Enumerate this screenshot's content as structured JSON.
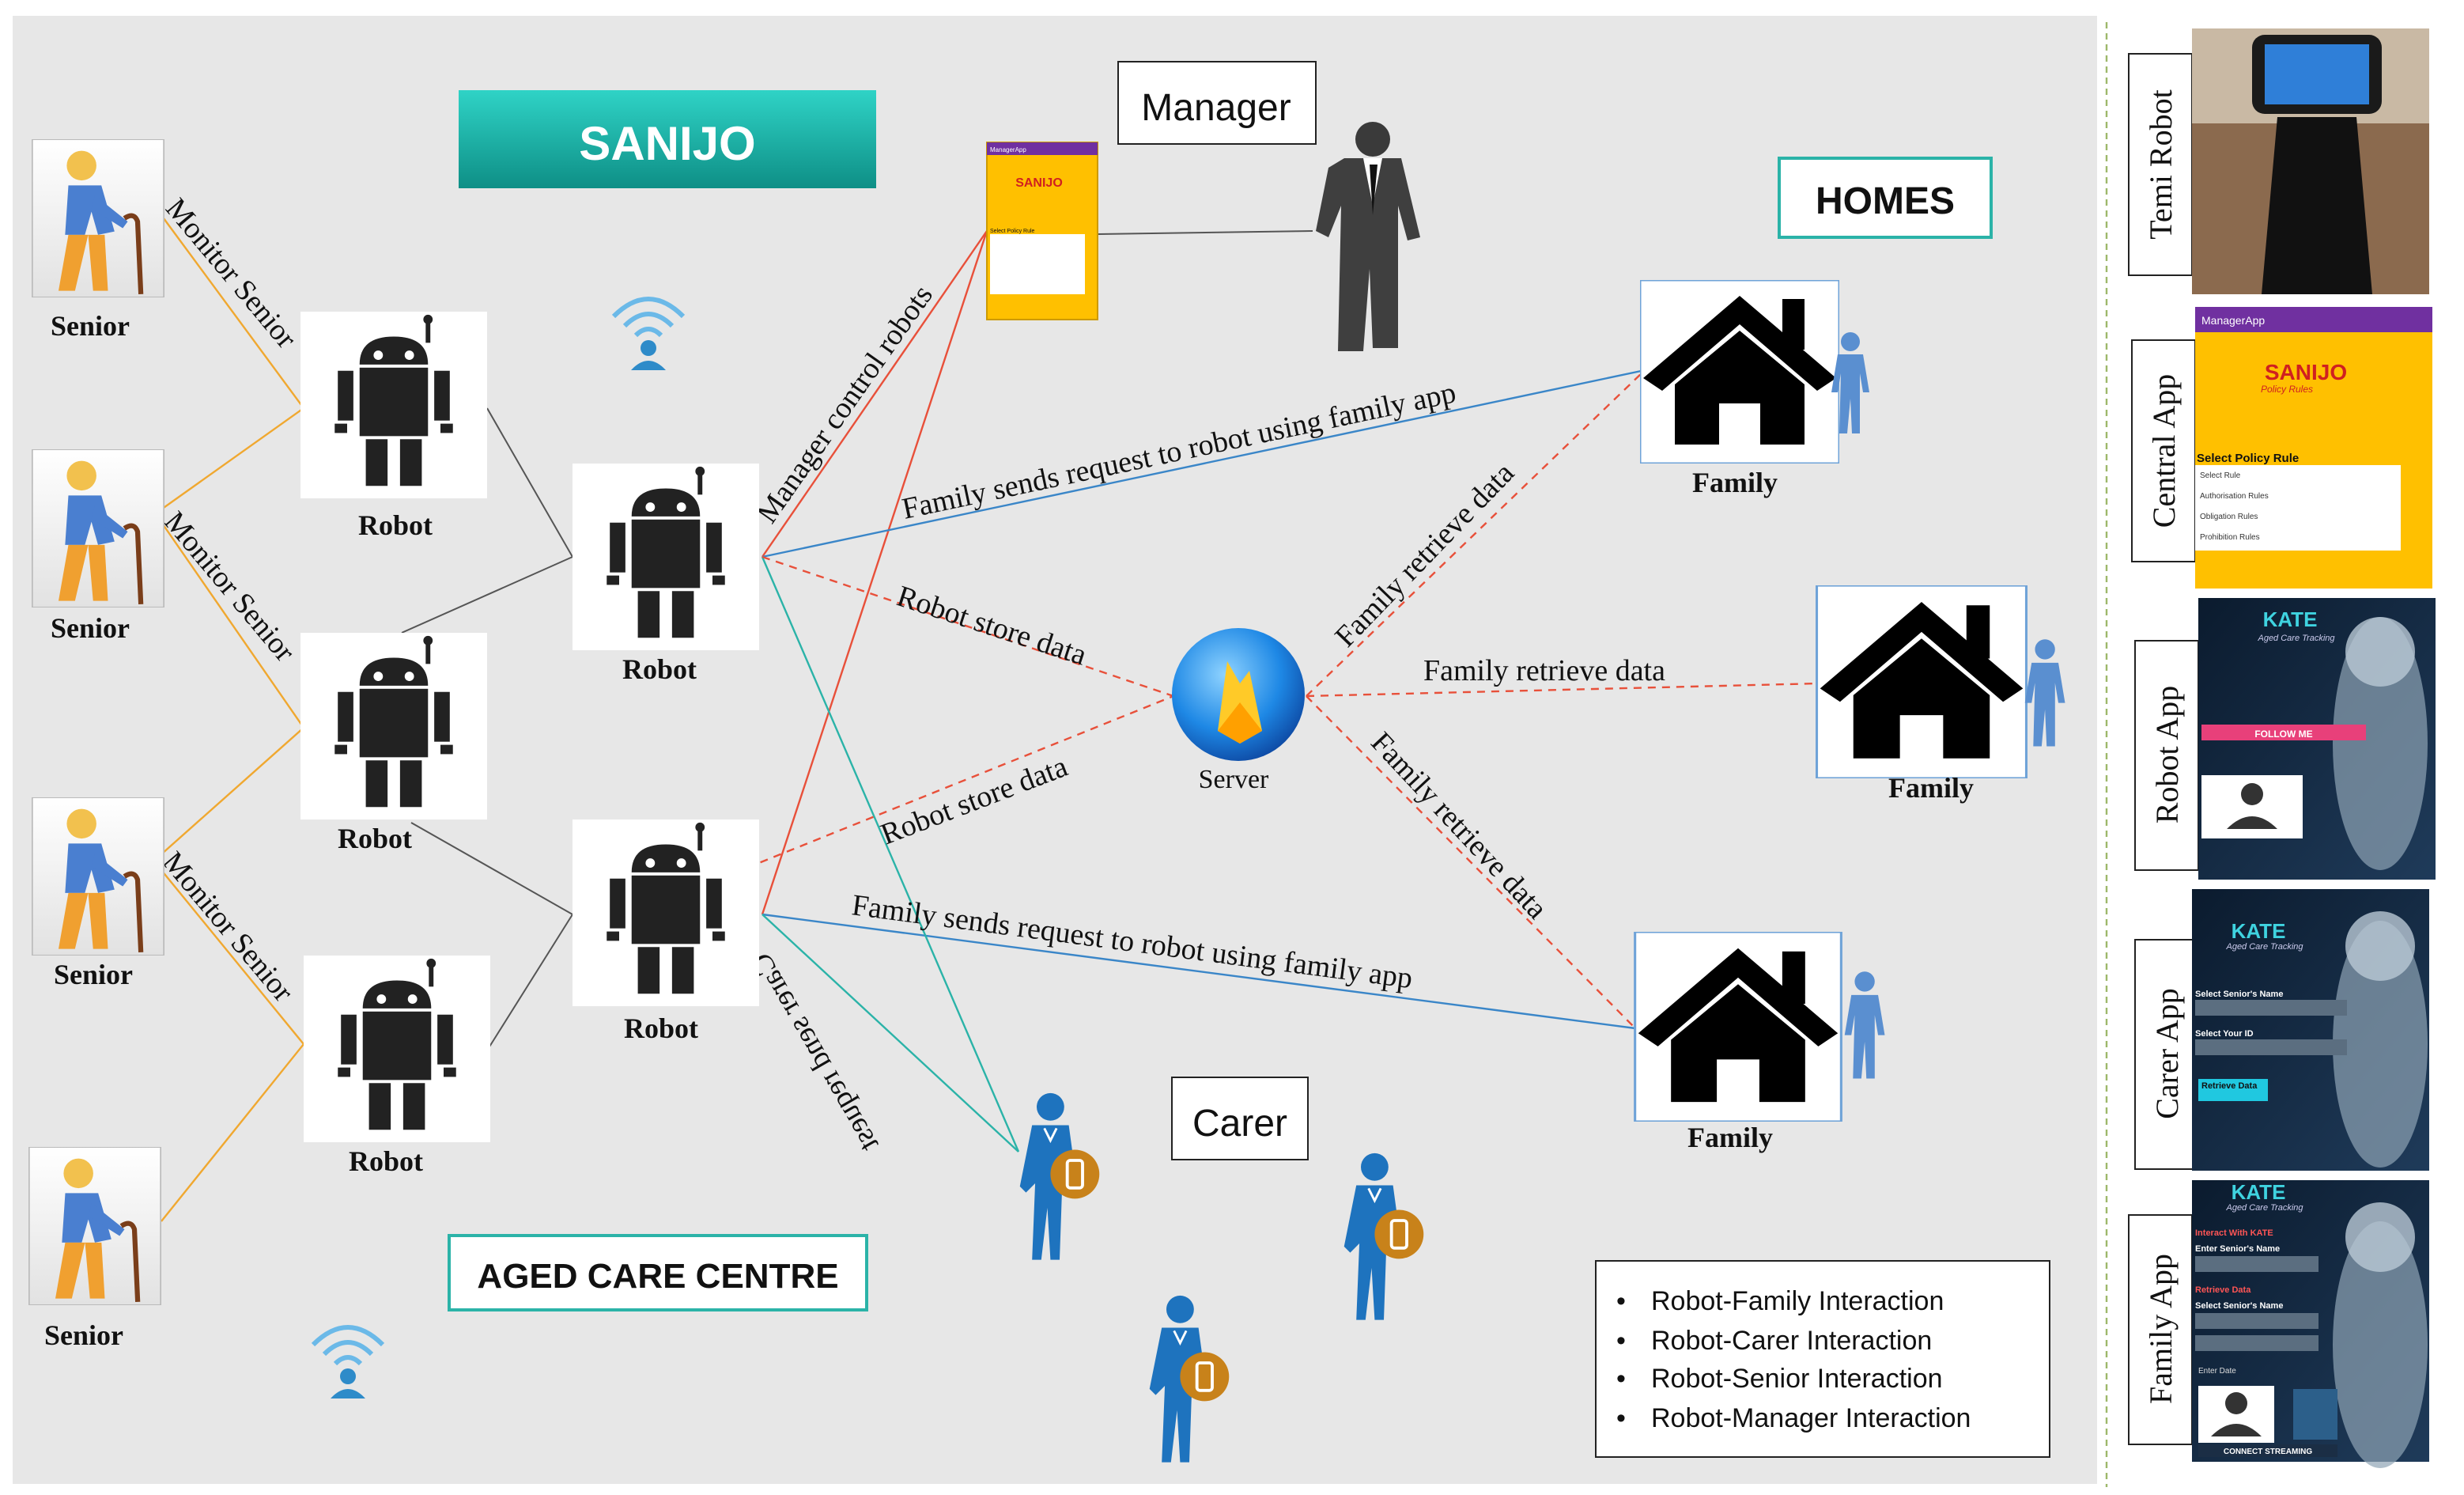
{
  "title": "SANIJO",
  "labels": {
    "manager": "Manager",
    "homes": "HOMES",
    "carer": "Carer",
    "aged_care_centre": "AGED CARE CENTRE",
    "server": "Server",
    "senior": "Senior",
    "robot": "Robot",
    "family": "Family"
  },
  "edge_labels": {
    "monitor_senior": "Monitor Senior",
    "manager_control": "Manager control robots",
    "family_request_top": "Family sends request to robot using family app",
    "family_request_bottom": "Family sends request to robot using family app",
    "robot_store_top": "Robot store data",
    "robot_store_bottom": "Robot store data",
    "family_retrieve_top": "Family retrieve data",
    "family_retrieve_mid": "Family retrieve data",
    "family_retrieve_bottom": "Family retrieve data",
    "carer_request": "Carer send request"
  },
  "legend": [
    "Robot-Family Interaction",
    "Robot-Carer Interaction",
    "Robot-Senior Interaction",
    "Robot-Manager Interaction"
  ],
  "side_panel": [
    {
      "label": "Temi Robot"
    },
    {
      "label": "Central App"
    },
    {
      "label": "Robot App"
    },
    {
      "label": "Carer App"
    },
    {
      "label": "Family App"
    }
  ],
  "screens": {
    "manager_app": {
      "header": "ManagerApp",
      "brand": "SANIJO",
      "subtitle": "Policy Rules",
      "section": "Select Policy Rule",
      "items": [
        "Select Rule",
        "Authorisation Rules",
        "Obligation Rules",
        "Prohibition Rules"
      ]
    },
    "robot_app": {
      "brand": "KATE",
      "tagline": "Aged Care Tracking",
      "button": "FOLLOW ME"
    },
    "carer_app": {
      "brand": "KATE",
      "tagline": "Aged Care Tracking",
      "field1": "Select Senior's Name",
      "field2": "Select Your ID",
      "button": "Retrieve Data"
    },
    "family_app": {
      "brand": "KATE",
      "tagline": "Aged Care Tracking",
      "section1": "Interact With KATE",
      "field1": "Enter Senior's Name",
      "section2": "Retrieve Data",
      "field2": "Select Senior's Name",
      "field3": "Enter Date",
      "button": "CONNECT STREAMING"
    }
  },
  "colors": {
    "senior_edge": "#F0A830",
    "family_edge": "#3A86C8",
    "carer_edge": "#2BB3A8",
    "manager_edge": "#E8503A",
    "data_edge": "#E8503A",
    "robot_edge": "#444444",
    "title_teal": "#13A89E",
    "app_yellow": "#FFC000",
    "app_purple": "#7030A0"
  }
}
